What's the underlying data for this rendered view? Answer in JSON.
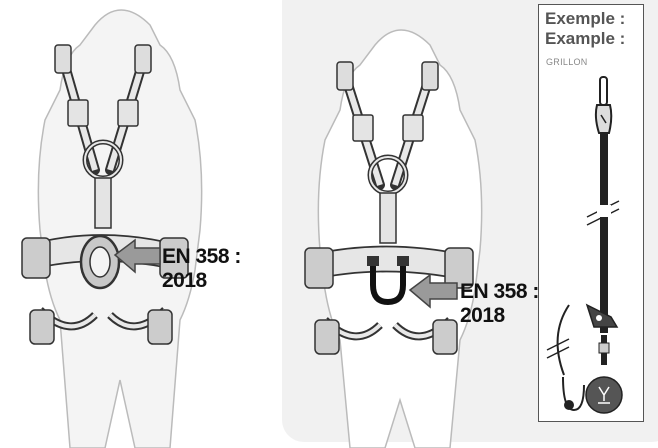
{
  "left_figure": {
    "callout_line1": "EN 358 :",
    "callout_line2": "2018"
  },
  "right_figure": {
    "callout_line1": "EN 358 :",
    "callout_line2": "2018"
  },
  "example": {
    "title_fr": "Exemple :",
    "title_en": "Example :",
    "product": "GRILLON"
  },
  "colors": {
    "panel": "#f1f1f1",
    "body_fill": "#f4f4f4",
    "outline": "#333333",
    "arrow": "#9a9a9a",
    "rope": "#222222"
  }
}
